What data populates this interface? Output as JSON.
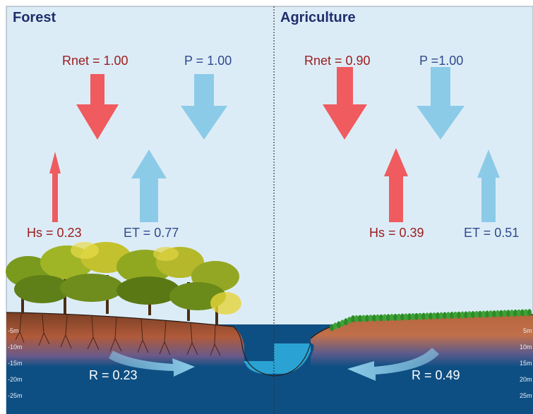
{
  "panels": {
    "forest": {
      "title": "Forest",
      "rnet": "Rnet = 1.00",
      "p": "P = 1.00",
      "hs": "Hs = 0.23",
      "et": "ET = 0.77",
      "r": "R = 0.23"
    },
    "agriculture": {
      "title": "Agriculture",
      "rnet": "Rnet = 0.90",
      "p": "P =1.00",
      "hs": "Hs = 0.39",
      "et": "ET = 0.51",
      "r": "R = 0.49"
    }
  },
  "depth_labels": {
    "left": [
      "-5m",
      "-10m",
      "-15m",
      "-20m",
      "-25m"
    ],
    "right": [
      "5m",
      "10m",
      "15m",
      "20m",
      "25m"
    ]
  },
  "colors": {
    "sky": "#dcecf7",
    "energy_arrow": "#ef5b5e",
    "water_arrow": "#8ccbe8",
    "energy_text": "#9b1c1c",
    "water_text": "#2f4a8c",
    "title_text": "#1f2e6b",
    "groundwater": "#0e4f83",
    "soil": "#8a4a2c",
    "stream": "#2aa3d4"
  }
}
